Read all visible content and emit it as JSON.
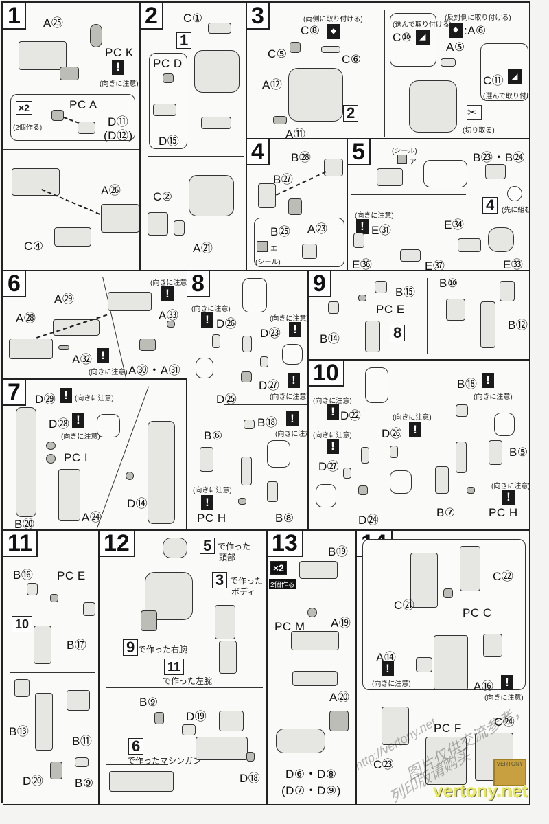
{
  "caution_note": "(向きに注意)",
  "steps": [
    {
      "num": "1",
      "labels": [
        "A㉕",
        "PC K",
        "PC A",
        "D⑪",
        "(D⑫)"
      ],
      "multiplier": "×2",
      "multiplier_note": "(2個作る)",
      "bottom_labels": [
        "A㉖",
        "C④"
      ]
    },
    {
      "num": "2",
      "ref": "1",
      "labels": [
        "C①",
        "PC D",
        "D⑮",
        "C②",
        "A㉑"
      ]
    },
    {
      "num": "3",
      "ref": "2",
      "labels": [
        "C⑧",
        "C⑤",
        "C⑥",
        "A⑫",
        "A⑪",
        "C⑩",
        "A⑤",
        "C⑪"
      ],
      "notes": {
        "both_sides": "(両側に取り付ける)",
        "opposite_side": "(反対側に取り付ける)",
        "opposite_part": ":A⑥",
        "choose": "(選んで取り付ける)",
        "choose2": "(選んで取り付ける)",
        "cut": "(切り取る)"
      }
    },
    {
      "num": "4",
      "labels": [
        "B㉘",
        "B㉗",
        "B㉕",
        "A㉓"
      ],
      "sticker_mark": "エ",
      "sticker": "(シール)"
    },
    {
      "num": "5",
      "ref": "4",
      "labels": [
        "B㉓・B㉔",
        "E㉛",
        "E㉞",
        "E㊱",
        "E㊲",
        "E㉝"
      ],
      "sticker": "(シール)",
      "sticker_mark": "ア",
      "assemble_first": "(先に組む)"
    },
    {
      "num": "6",
      "labels": [
        "A㉙",
        "A㉘",
        "A㉜",
        "A㉝",
        "A㉚・A㉛"
      ]
    },
    {
      "num": "7",
      "labels": [
        "D㉙",
        "D㉘",
        "PC I",
        "D⑭",
        "B⑳",
        "A㉔"
      ]
    },
    {
      "num": "8",
      "labels": [
        "D㉖",
        "D㉓",
        "D㉗",
        "D㉕",
        "B⑱",
        "B⑥",
        "PC H",
        "B⑧"
      ]
    },
    {
      "num": "9",
      "ref": "8",
      "labels": [
        "B⑮",
        "PC E",
        "B⑭",
        "B⑩",
        "B⑫"
      ]
    },
    {
      "num": "10",
      "labels": [
        "D㉒",
        "D㉗",
        "D㉖",
        "D㉔",
        "B⑱",
        "B⑤",
        "B⑦",
        "PC H"
      ]
    },
    {
      "num": "11",
      "ref": "10",
      "labels": [
        "B⑯",
        "PC E",
        "B⑰",
        "B⑬",
        "B⑪",
        "D⑳",
        "B⑨"
      ]
    },
    {
      "num": "12",
      "refs": [
        {
          "ref": "5",
          "text": "で作った",
          "text2": "頭部"
        },
        {
          "ref": "3",
          "text": "で作った",
          "text2": "ボディ"
        },
        {
          "ref": "9",
          "text": "で作った右腕"
        },
        {
          "ref": "11",
          "text": "で作った左腕"
        },
        {
          "ref": "6",
          "text": "で作ったマシンガン"
        }
      ],
      "labels": [
        "B⑨",
        "D⑲",
        "D⑱"
      ]
    },
    {
      "num": "13",
      "multiplier": "×2",
      "multiplier_note": "2個作る",
      "labels": [
        "B⑲",
        "PC M",
        "A⑲",
        "A⑳",
        "D⑥・D⑧",
        "(D⑦・D⑨)"
      ]
    },
    {
      "num": "14",
      "labels": [
        "C㉒",
        "C㉑",
        "PC C",
        "A⑭",
        "A⑯",
        "PC F",
        "C㉔",
        "C㉓"
      ]
    }
  ],
  "watermark": {
    "lines": [
      "http://vertony.net",
      "图片仅供交流参考，",
      "列印版请购买"
    ]
  },
  "brand": {
    "text": "vertony.net",
    "logo": "VERTONY"
  }
}
